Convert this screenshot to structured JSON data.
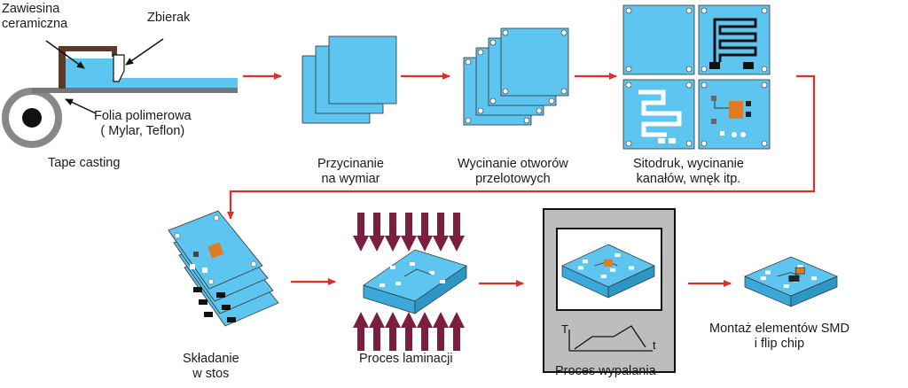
{
  "tape_casting": {
    "suspension_label": [
      "Zawiesina",
      "ceramiczna"
    ],
    "scraper_label": "Zbierak",
    "film_label": [
      "Folia polimerowa",
      "( Mylar, Teflon)"
    ],
    "caption": "Tape casting"
  },
  "steps": {
    "cutting": [
      "Przycinanie",
      "na wymiar"
    ],
    "via_holes": [
      "Wycinanie otworów",
      "przelotowych"
    ],
    "screen_print": [
      "Sitodruk, wycinanie",
      "kanałów, wnęk itp."
    ],
    "stacking": [
      "Składanie",
      "w stos"
    ],
    "lamination": "Proces laminacji",
    "firing": "Proces wypalania",
    "mounting": [
      "Montaż elementów SMD",
      "i flip chip"
    ]
  },
  "firing_graph": {
    "y_axis": "T",
    "x_axis": "t"
  },
  "colors": {
    "sheet": "#5ec5f0",
    "arrow": "#d9312a",
    "press_arrow": "#7a1f3d",
    "frame": "#5b3a2a",
    "pad": "#ffffff",
    "chip": "#e07b22"
  }
}
